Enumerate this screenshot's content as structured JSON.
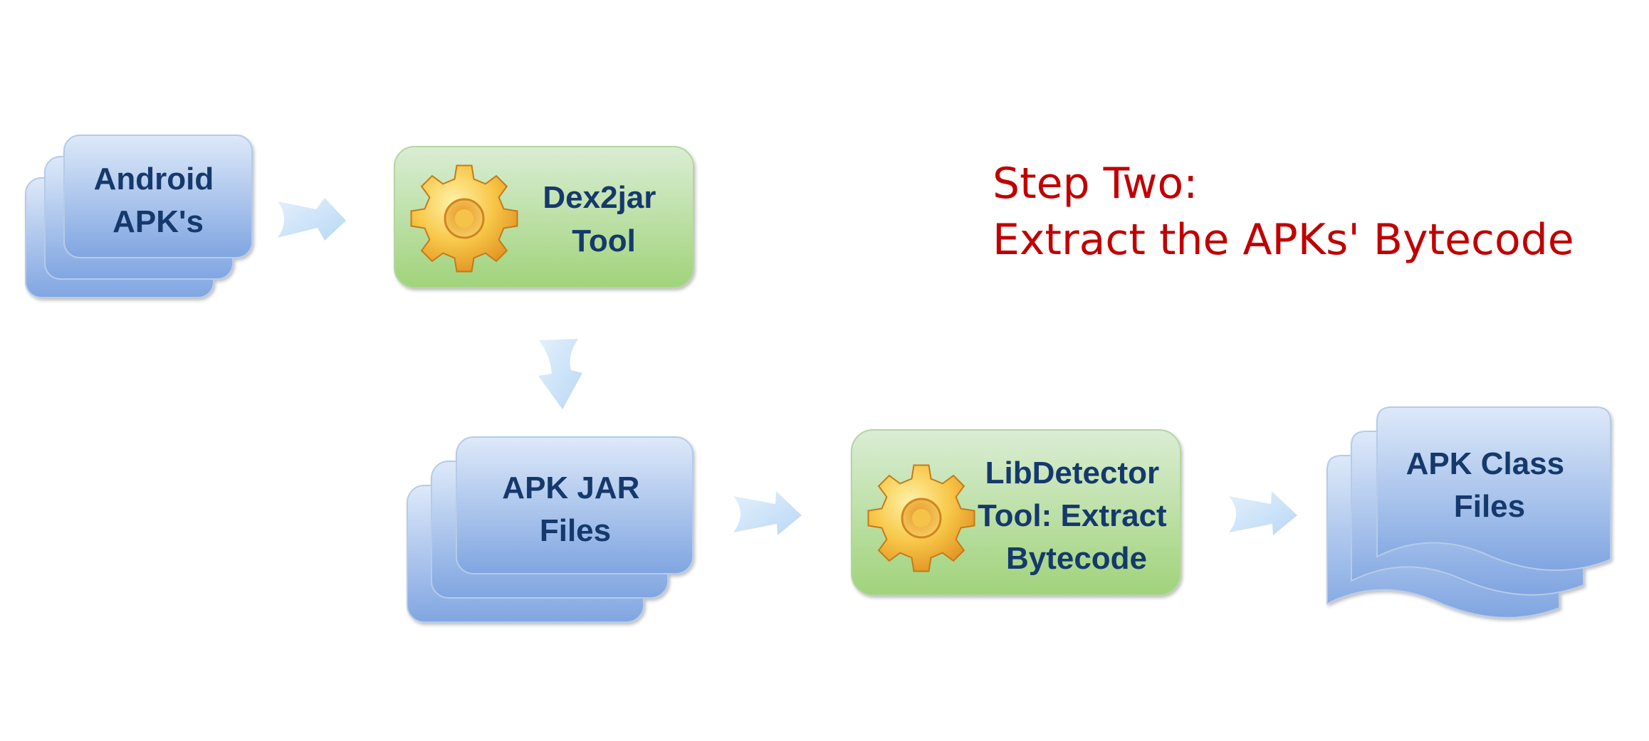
{
  "diagram": {
    "nodes": {
      "apks": {
        "line1": "Android",
        "line2": "APK's"
      },
      "dex2jar": {
        "line1": "Dex2jar",
        "line2": "Tool"
      },
      "jar_files": {
        "line1": "APK JAR",
        "line2": "Files"
      },
      "libdetector": {
        "line1": "LibDetector",
        "line2": "Tool: Extract",
        "line3": "Bytecode"
      },
      "class_files": {
        "line1": "APK Class",
        "line2": "Files"
      }
    },
    "step": {
      "line1": "Step Two:",
      "line2": "Extract the APKs' Bytecode"
    },
    "colors": {
      "doc_blue_light": "#d9e6f8",
      "doc_blue_dark": "#7fa4e0",
      "tool_green_light": "#d8ecd2",
      "tool_green_dark": "#a3d47e",
      "arrow": "#c9e2f8",
      "label": "#15396c",
      "step_text": "#c00000"
    }
  }
}
